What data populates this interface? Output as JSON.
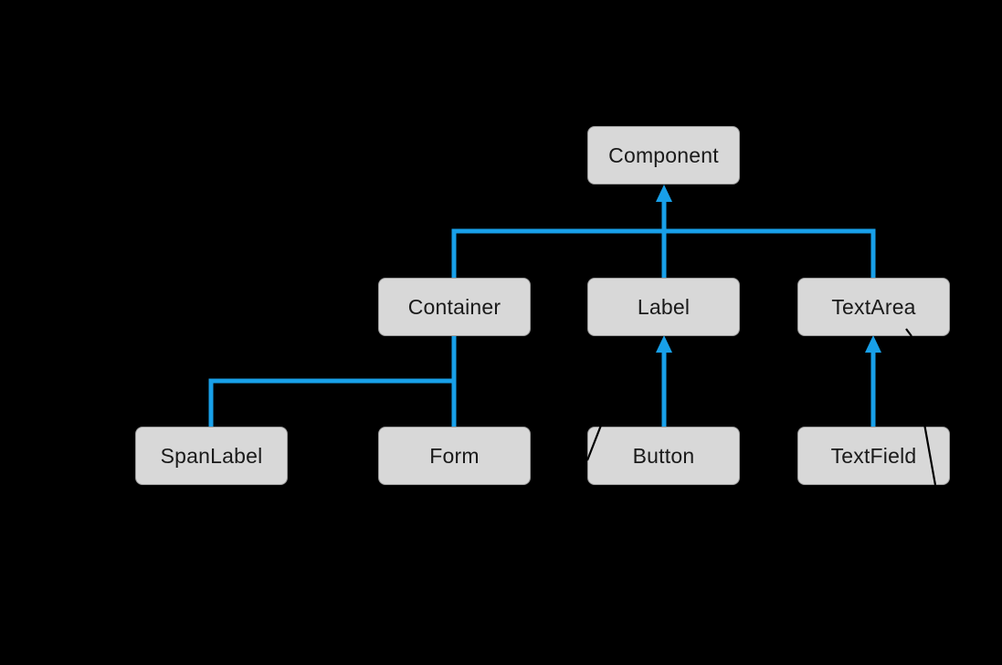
{
  "diagram": {
    "type": "class-hierarchy",
    "background_color": "#000000",
    "edge_color": "#18A0E9",
    "node_fill": "#D8D8D8",
    "node_border_color": "#9B9B9B",
    "node_text_color": "#1A1A1A",
    "nodes": [
      {
        "id": "component",
        "label": "Component",
        "level": 0
      },
      {
        "id": "container",
        "label": "Container",
        "level": 1
      },
      {
        "id": "label",
        "label": "Label",
        "level": 1
      },
      {
        "id": "textarea",
        "label": "TextArea",
        "level": 1
      },
      {
        "id": "spanlabel",
        "label": "SpanLabel",
        "level": 2
      },
      {
        "id": "form",
        "label": "Form",
        "level": 2
      },
      {
        "id": "button",
        "label": "Button",
        "level": 2
      },
      {
        "id": "textfield",
        "label": "TextField",
        "level": 2
      }
    ],
    "edges": [
      {
        "from": "Container",
        "to": "Component",
        "arrowhead_at": "Component"
      },
      {
        "from": "Label",
        "to": "Component",
        "arrowhead_at": "Component"
      },
      {
        "from": "TextArea",
        "to": "Component",
        "arrowhead_at": "Component"
      },
      {
        "from": "SpanLabel",
        "to": "Container",
        "arrowhead_at": null
      },
      {
        "from": "Form",
        "to": "Container",
        "arrowhead_at": null
      },
      {
        "from": "Button",
        "to": "Label",
        "arrowhead_at": "Label"
      },
      {
        "from": "TextField",
        "to": "TextArea",
        "arrowhead_at": "TextArea"
      }
    ],
    "stray_marks": [
      {
        "id": "slash-button",
        "desc": "thin black slash crossing left edge of Button box"
      },
      {
        "id": "slash-textfield",
        "desc": "thin black slash crossing right side of TextField box"
      },
      {
        "id": "tick-textarea",
        "desc": "small black tick on bottom-right edge of TextArea box"
      }
    ]
  }
}
